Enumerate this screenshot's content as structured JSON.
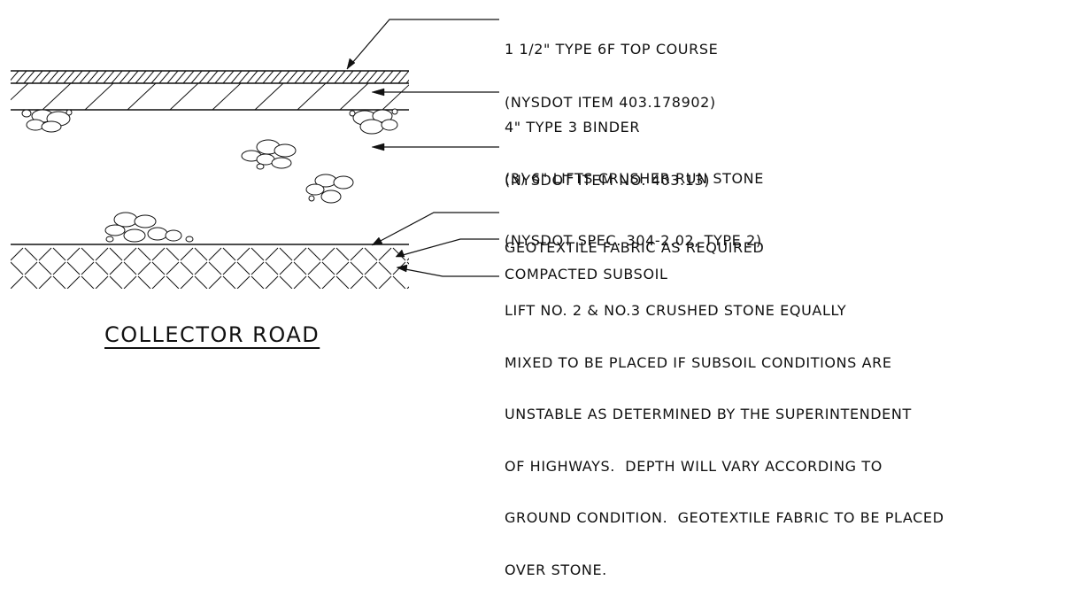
{
  "title": "COLLECTOR ROAD",
  "callouts": {
    "top_course": [
      "1 1/2\" TYPE 6F TOP COURSE",
      "(NYSDOT ITEM 403.178902)"
    ],
    "binder": [
      "4\" TYPE 3 BINDER",
      "(NYSDOT ITEM NO. 403.13)"
    ],
    "stone": [
      "(3) 6\" LIFTS CRUSHER RUN STONE",
      "(NYSDOT SPEC. 304-2.02, TYPE 2)"
    ],
    "geotextile": [
      "GEOTEXTILE FABRIC AS REQUIRED"
    ],
    "subsoil": [
      "COMPACTED SUBSOIL"
    ],
    "lift_note": [
      "LIFT NO. 2 & NO.3 CRUSHED STONE EQUALLY",
      "MIXED TO BE PLACED IF SUBSOIL CONDITIONS ARE",
      "UNSTABLE AS DETERMINED BY THE SUPERINTENDENT",
      "OF HIGHWAYS.  DEPTH WILL VARY ACCORDING TO",
      "GROUND CONDITION.  GEOTEXTILE FABRIC TO BE PLACED",
      "OVER STONE."
    ]
  }
}
